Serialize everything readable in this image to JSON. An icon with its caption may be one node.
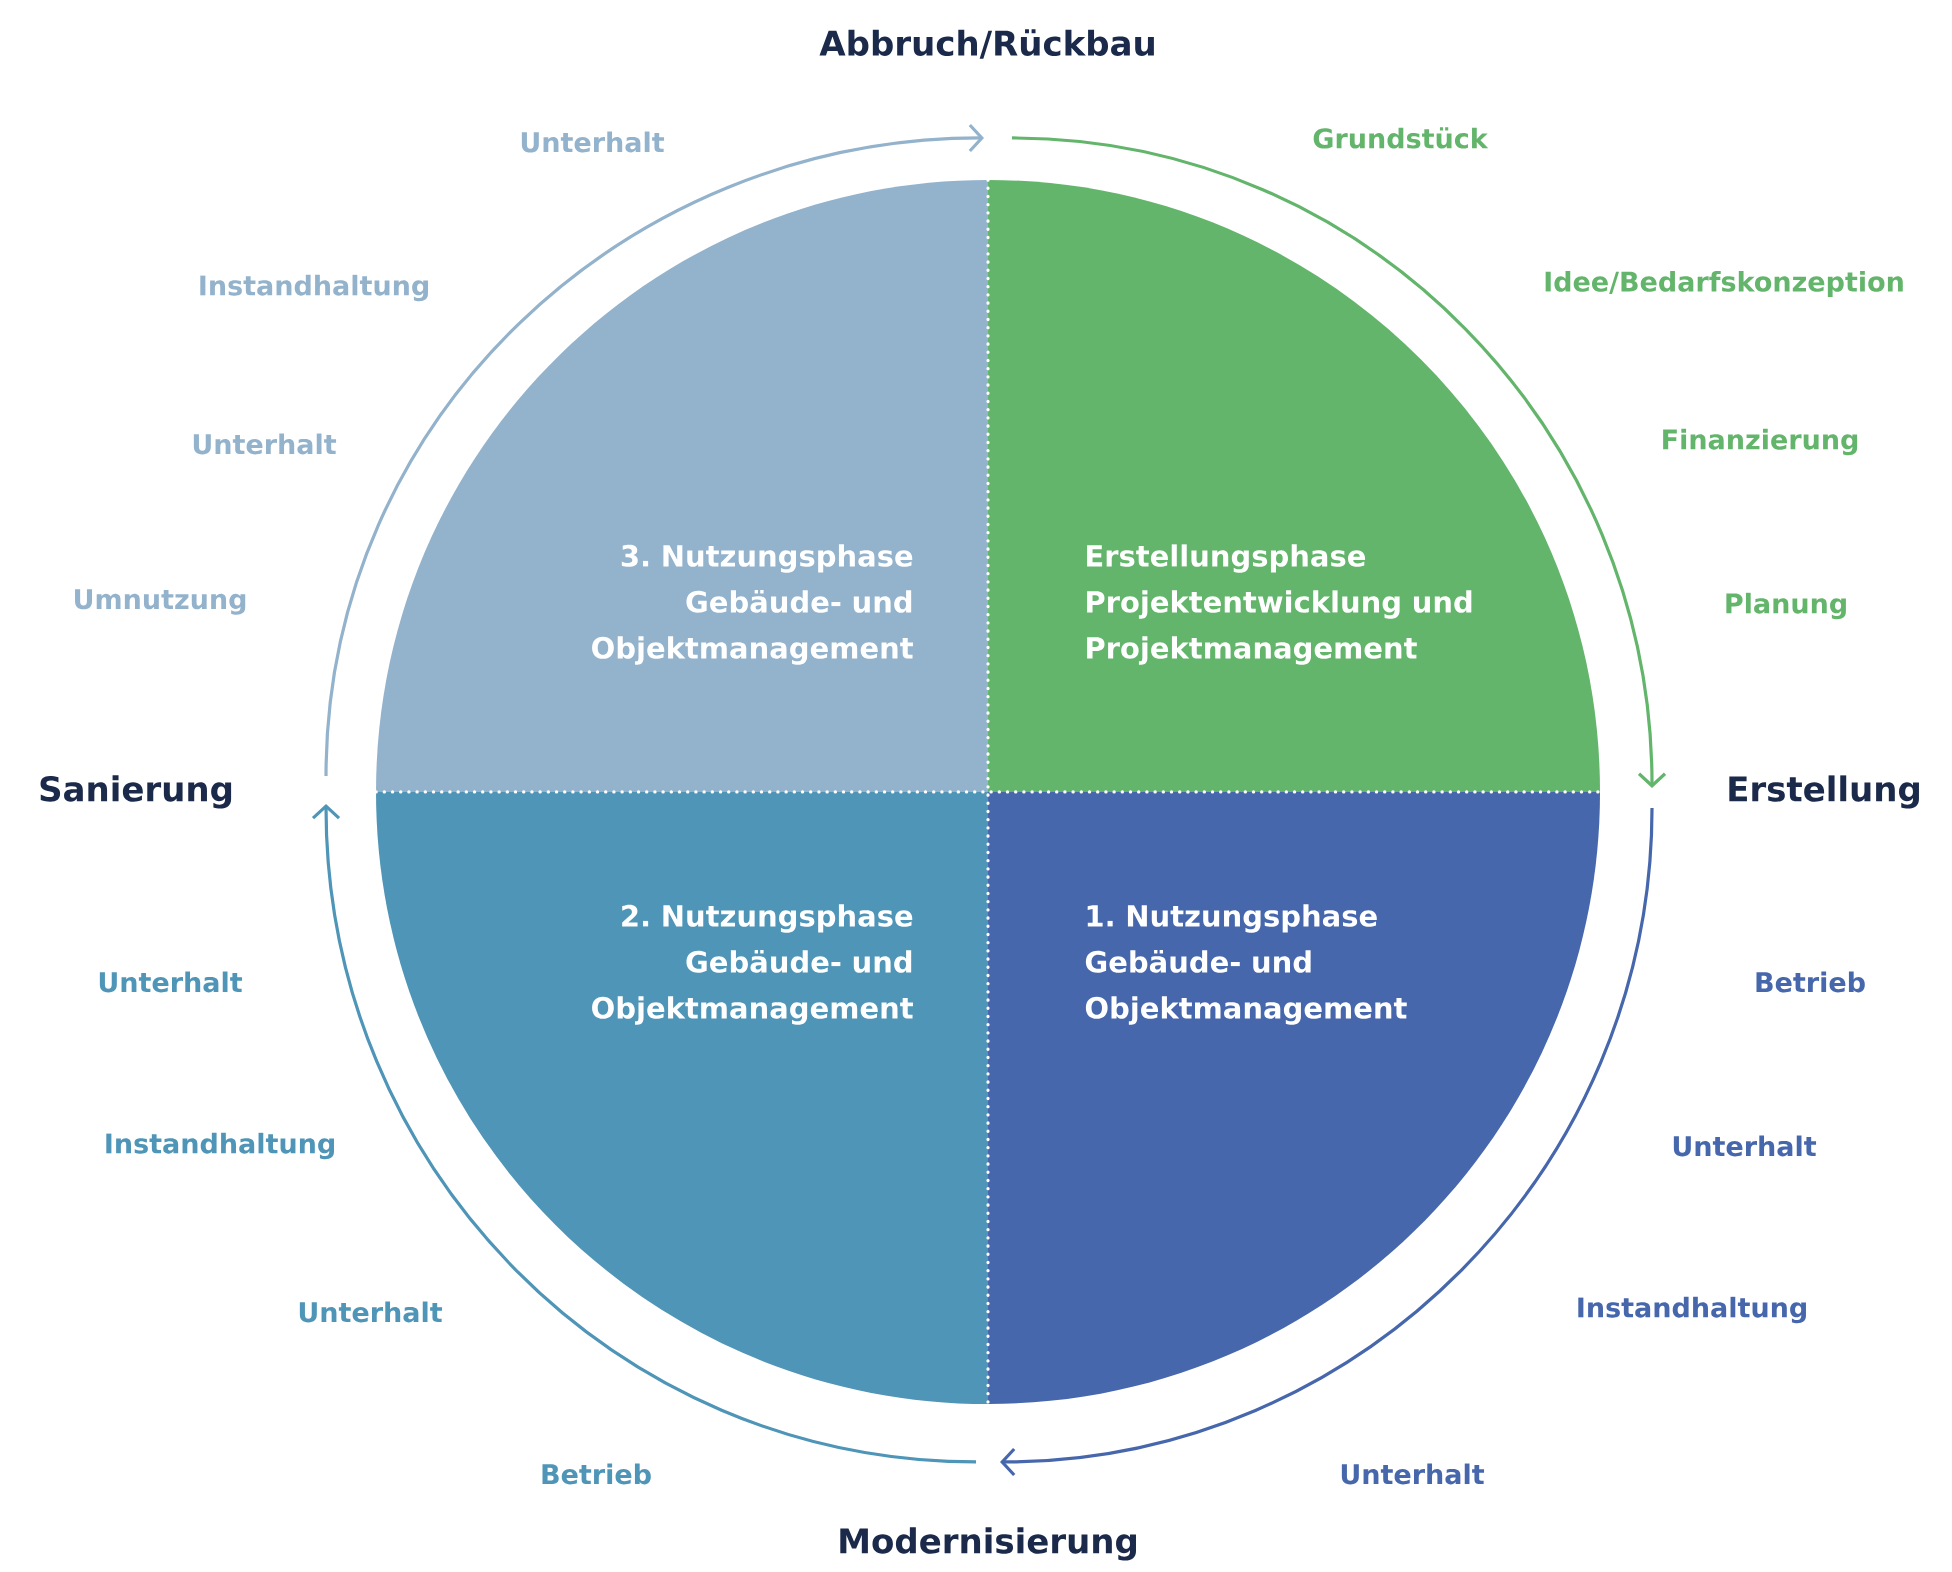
{
  "diagram": {
    "nodes": [
      {
        "text": [
          "3. Nutzungsphase",
          "Gebäude- und Objektmanagement"
        ]
      },
      {
        "text": [
          "Erstellungsphase",
          "Projektentwicklung und Projektmanagement"
        ]
      },
      {
        "text": [
          "2. Nutzungsphase",
          "Gebäude- und Objektmanagement"
        ]
      },
      {
        "text": [
          "1. Nutzungsphase",
          "Gebäude- und Objektmanagement"
        ]
      }
    ],
    "labels": [
      "Abbruch/Rückbau",
      "Unterhalt",
      "Grundstück",
      "Instandhaltung",
      "Idee/Bedarfskonzeption",
      "Unterhalt",
      "Finanzierung",
      "Umnutzung",
      "Planung",
      "Sanierung",
      "Erstellung",
      "Unterhalt",
      "Betrieb",
      "Instandhaltung",
      "Unterhalt",
      "Unterhalt",
      "Instandhaltung",
      "Betrieb",
      "Unterhalt",
      "Modernisierung"
    ]
  }
}
